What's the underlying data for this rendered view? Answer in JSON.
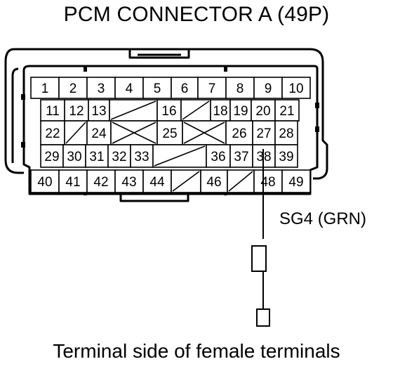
{
  "title": "PCM CONNECTOR A (49P)",
  "caption": "Terminal side of female terminals",
  "wire": {
    "label": "SG4 (GRN)",
    "pin": "38"
  },
  "rows": [
    {
      "cells": [
        {
          "t": "1"
        },
        {
          "t": "2"
        },
        {
          "t": "3"
        },
        {
          "t": "4"
        },
        {
          "t": "5"
        },
        {
          "t": "6"
        },
        {
          "t": "7"
        },
        {
          "t": "8"
        },
        {
          "t": "9"
        },
        {
          "t": "10"
        }
      ]
    },
    {
      "cells": [
        {
          "t": "11"
        },
        {
          "t": "12"
        },
        {
          "t": "13"
        },
        {
          "t": "blank-slash"
        },
        {
          "t": "16"
        },
        {
          "t": "blank-slash"
        },
        {
          "t": "18"
        },
        {
          "t": "19"
        },
        {
          "t": "20"
        },
        {
          "t": "21"
        }
      ]
    },
    {
      "cells": [
        {
          "t": "22"
        },
        {
          "t": "blank-slash"
        },
        {
          "t": "24"
        },
        {
          "t": "blank-x"
        },
        {
          "t": "25"
        },
        {
          "t": "blank-x"
        },
        {
          "t": "26"
        },
        {
          "t": "27"
        },
        {
          "t": "28"
        }
      ]
    },
    {
      "cells": [
        {
          "t": "29"
        },
        {
          "t": "30"
        },
        {
          "t": "31"
        },
        {
          "t": "32"
        },
        {
          "t": "33"
        },
        {
          "t": "blank-slash"
        },
        {
          "t": "36"
        },
        {
          "t": "37"
        },
        {
          "t": "38"
        },
        {
          "t": "39"
        }
      ]
    },
    {
      "cells": [
        {
          "t": "40"
        },
        {
          "t": "41"
        },
        {
          "t": "42"
        },
        {
          "t": "43"
        },
        {
          "t": "44"
        },
        {
          "t": "blank-slash"
        },
        {
          "t": "46"
        },
        {
          "t": "blank-slash"
        },
        {
          "t": "48"
        },
        {
          "t": "49"
        }
      ]
    }
  ]
}
